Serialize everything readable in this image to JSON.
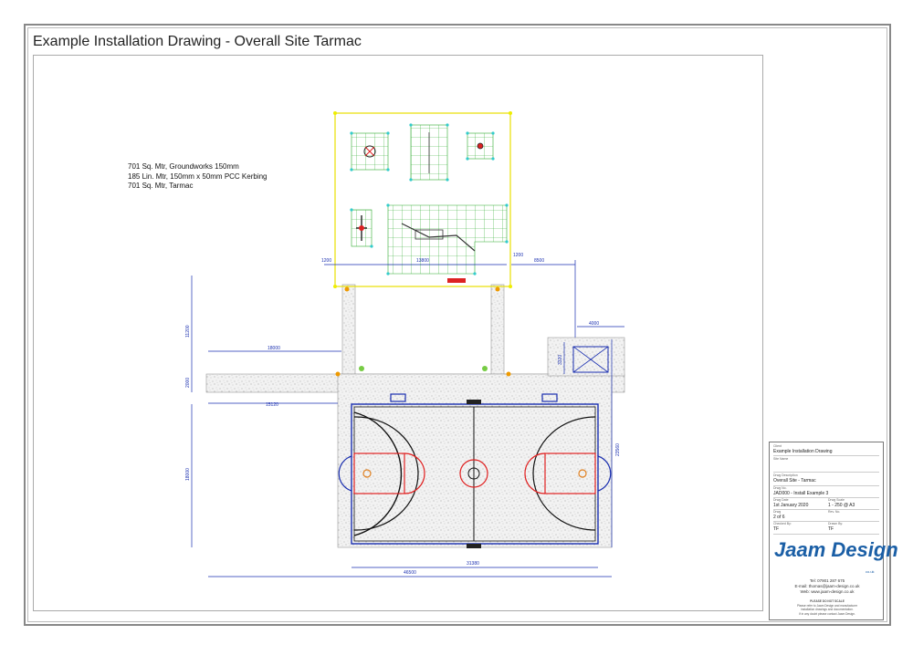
{
  "sheet": {
    "title": "Example Installation Drawing - Overall Site Tarmac"
  },
  "notes": [
    "701 Sq. Mtr, Groundworks 150mm",
    "185 Lin. Mtr, 150mm x 50mm PCC Kerbing",
    "701 Sq. Mtr, Tarmac"
  ],
  "dimensions": {
    "play_left_gap": "1200",
    "play_width": "13800",
    "play_right_gap": "1200",
    "right_offset": "8500",
    "vertical_top": "11200",
    "path_length": "18000",
    "path_width": "2000",
    "lower_path": "15120",
    "court_height": "18000",
    "goal_offset": "4000",
    "goal_depth": "3320",
    "overall_height": "23560",
    "court_width": "31380",
    "overall_width": "46500"
  },
  "title_block": {
    "client_label": "Client",
    "client_value": "Example Installation Drawing",
    "site_label": "Site Name",
    "site_value": "",
    "desc_label": "Drwg Description",
    "desc_value": "Overall Site - Tarmac",
    "no_label": "Drwg No.",
    "no_value": "JAD000 - Install Example 3",
    "date_label": "Drwg Date",
    "date_value": "1st January 2020",
    "scale_label": "Drwg Scale",
    "scale_value": "1 - 250 @ A3",
    "sheet_label": "Drwg",
    "sheet_value": "2 of 6",
    "rev_label": "Rev. No.",
    "rev_value": "",
    "checked_label": "Checked By:",
    "checked_value": "TF",
    "drawn_label": "Drawn By:",
    "drawn_value": "TF"
  },
  "logo": {
    "text": "Jaam Design",
    "sub": "co.uk"
  },
  "contact": {
    "tel": "Tel: 07901 287 675",
    "email": "E-mail: thomas@jaam-design.co.uk",
    "web": "Web: www.jaam-design.co.uk"
  },
  "disclaimer": [
    "PLEASE DO NOT SCALE",
    "Please refer to Jaam Design and manufacturer",
    "installation drawings and documentation.",
    "If in any doubt please contact Jaam Design."
  ],
  "colors": {
    "play_border": "#e8e000",
    "play_grid": "#2eaa2e",
    "court_red": "#e02020",
    "court_blue": "#1a2fb0",
    "dimension": "#1a2fb0",
    "surface": "#eeeeee"
  }
}
